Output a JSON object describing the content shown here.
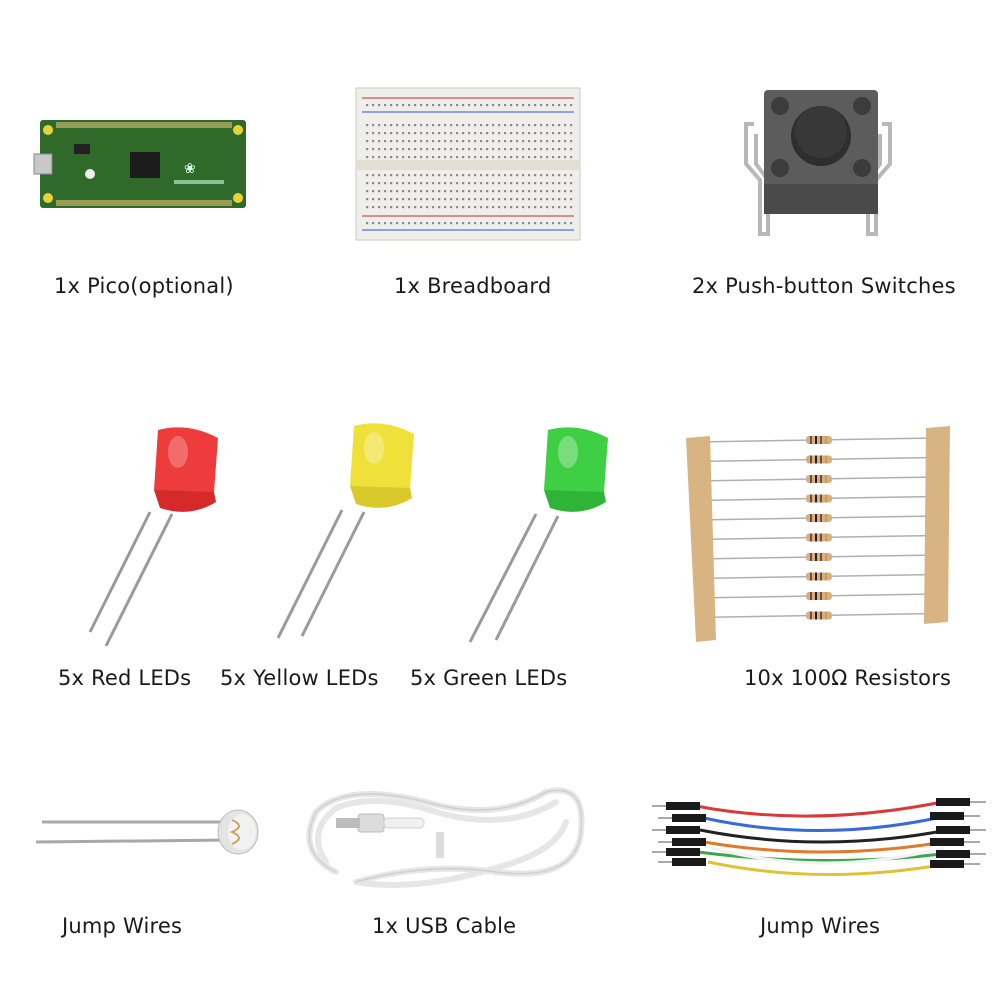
{
  "items": {
    "pico": {
      "label": "1x Pico(optional)"
    },
    "breadboard": {
      "label": "1x Breadboard"
    },
    "switches": {
      "label": "2x Push-button Switches"
    },
    "red_leds": {
      "label": "5x Red LEDs"
    },
    "yellow_leds": {
      "label": "5x Yellow LEDs"
    },
    "green_leds": {
      "label": "5x Green LEDs"
    },
    "resistors": {
      "label": "10x 100Ω Resistors"
    },
    "photoresistor": {
      "label": "Jump Wires"
    },
    "usb_cable": {
      "label": "1x USB Cable"
    },
    "jump_wires": {
      "label": "Jump Wires"
    }
  },
  "colors": {
    "pcb": "#2f6a2a",
    "red_led": "#ee3b3b",
    "yellow_led": "#efe03a",
    "green_led": "#3fcf45",
    "resistor_tape": "#d9b483",
    "switch_body": "#5c5c5c"
  },
  "icons": [
    "pico-board-icon",
    "breadboard-icon",
    "push-button-icon",
    "red-led-icon",
    "yellow-led-icon",
    "green-led-icon",
    "resistor-strip-icon",
    "photoresistor-icon",
    "usb-cable-icon",
    "jumper-wires-icon"
  ]
}
